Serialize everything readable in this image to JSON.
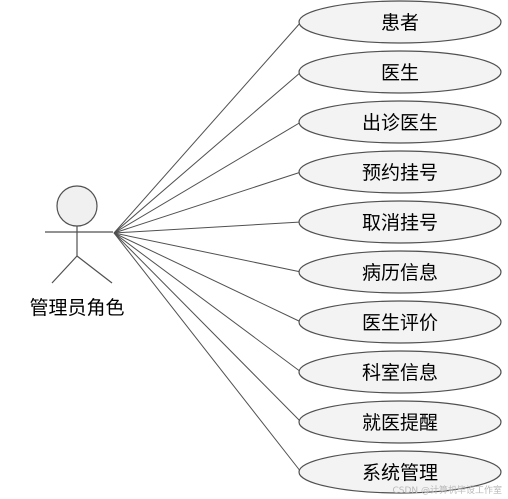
{
  "actor": {
    "label": "管理员角色"
  },
  "use_cases": [
    {
      "label": "患者"
    },
    {
      "label": "医生"
    },
    {
      "label": "出诊医生"
    },
    {
      "label": "预约挂号"
    },
    {
      "label": "取消挂号"
    },
    {
      "label": "病历信息"
    },
    {
      "label": "医生评价"
    },
    {
      "label": "科室信息"
    },
    {
      "label": "就医提醒"
    },
    {
      "label": "系统管理"
    }
  ],
  "watermark": "CSDN @计算机毕设工作室"
}
